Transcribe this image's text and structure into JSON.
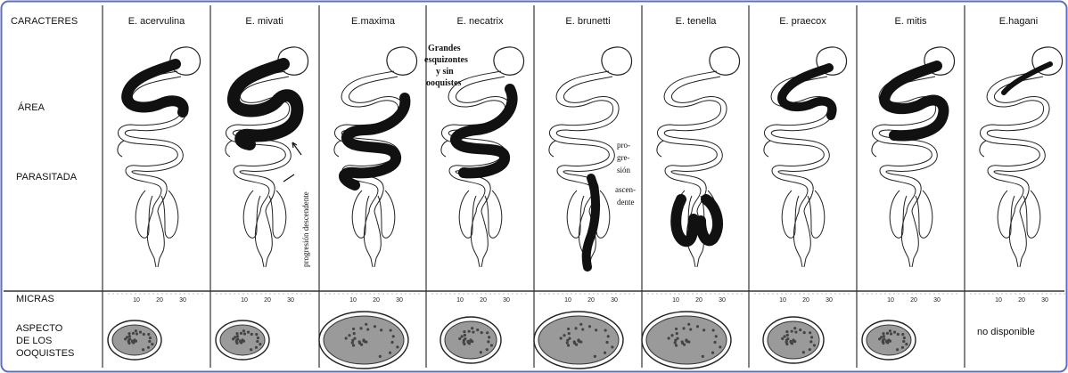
{
  "row_labels": {
    "caracteres": "CARACTERES",
    "area": "ÁREA",
    "parasitada": "PARASITADA",
    "micras": "MICRAS",
    "aspecto": [
      "ASPECTO",
      "DE LOS",
      "OOQUISTES"
    ]
  },
  "species": [
    {
      "name": "E. acervulina",
      "ooquiste": "small"
    },
    {
      "name": "E. mivati",
      "ooquiste": "small"
    },
    {
      "name": "E.maxima",
      "ooquiste": "large"
    },
    {
      "name": "E. necatrix",
      "ooquiste": "medium"
    },
    {
      "name": "E. brunetti",
      "ooquiste": "large"
    },
    {
      "name": "E. tenella",
      "ooquiste": "large"
    },
    {
      "name": "E. praecox",
      "ooquiste": "medium"
    },
    {
      "name": "E. mitis",
      "ooquiste": "small"
    },
    {
      "name": "E.hagani",
      "ooquiste": "none"
    }
  ],
  "micras_ticks": [
    "10",
    "20",
    "30"
  ],
  "annotations": {
    "mivati_vertical": "progresión descendente",
    "necatrix": [
      "Grandes",
      "esquizontes",
      "y sin",
      "ooquistes"
    ],
    "brunetti": [
      "pro-",
      "gre-",
      "sión",
      "ascen-",
      "dente"
    ]
  },
  "no_disponible": "no disponible",
  "colors": {
    "border": "#5b6fc4",
    "ink": "#111111",
    "paper": "#ffffff"
  }
}
